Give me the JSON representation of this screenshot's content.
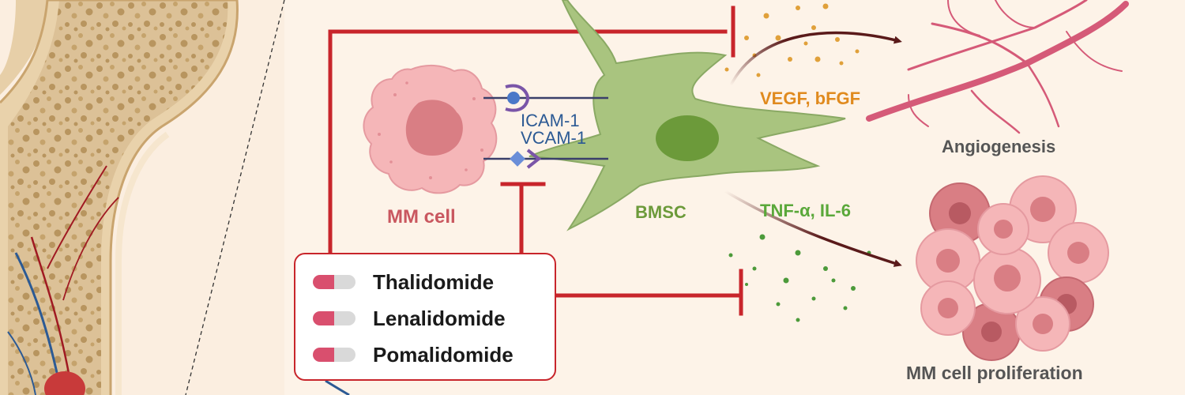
{
  "labels": {
    "mm_cell": "MM cell",
    "bmsc": "BMSC",
    "icam": "ICAM-1",
    "vcam": "VCAM-1",
    "vegf": "VEGF, bFGF",
    "tnf": "TNF-α, IL-6",
    "angiogenesis": "Angiogenesis",
    "proliferation": "MM cell proliferation"
  },
  "drugs": [
    {
      "name": "Thalidomide"
    },
    {
      "name": "Lenalidomide"
    },
    {
      "name": "Pomalidomide"
    }
  ],
  "colors": {
    "background": "#fdf3e8",
    "inhibition": "#c8252b",
    "mm_cell": "#f2a7ab",
    "bmsc": "#a9c47f",
    "vegf": "#e08a1e",
    "tnf": "#5aa83a",
    "vessel": "#d55a78",
    "adhesion": "#2c5a94"
  }
}
